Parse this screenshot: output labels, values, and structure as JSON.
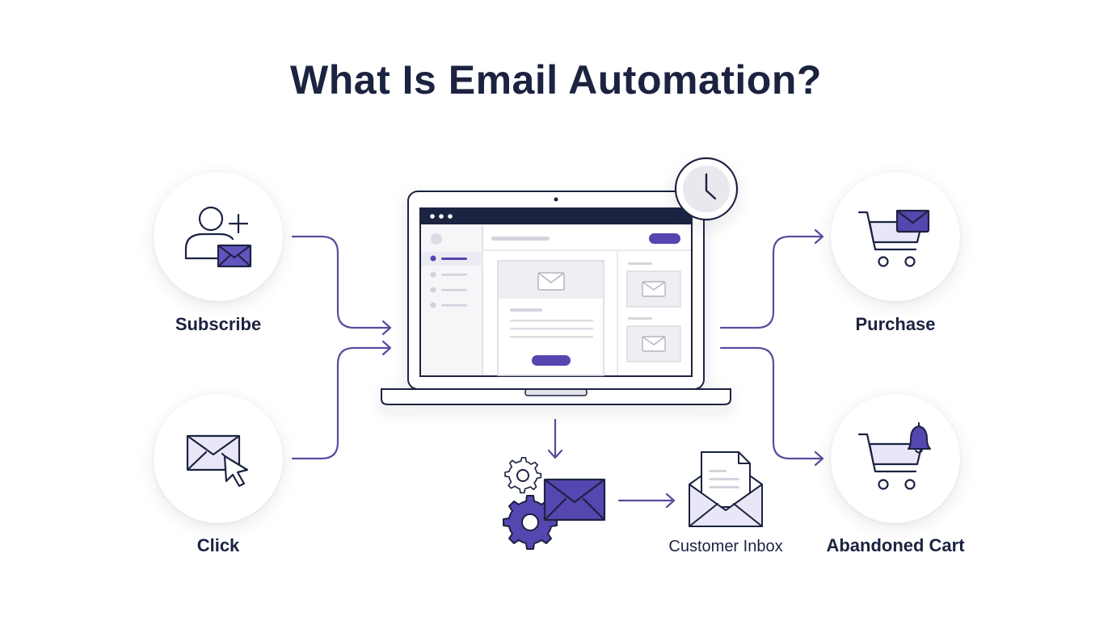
{
  "title": "What Is Email Automation?",
  "nodes": {
    "subscribe": "Subscribe",
    "click": "Click",
    "purchase": "Purchase",
    "abandoned_cart": "Abandoned Cart",
    "customer_inbox": "Customer Inbox"
  },
  "colors": {
    "navy": "#1b2340",
    "accent": "#5546b0",
    "accent_light": "#e9e7f7",
    "line": "#5c4a9e",
    "panel": "#f1f1f5",
    "gray": "#d4d4de"
  },
  "icons": [
    "user-plus-icon",
    "envelope-icon",
    "cursor-icon",
    "cart-icon",
    "bell-icon",
    "gear-icon",
    "clock-icon",
    "document-icon"
  ]
}
